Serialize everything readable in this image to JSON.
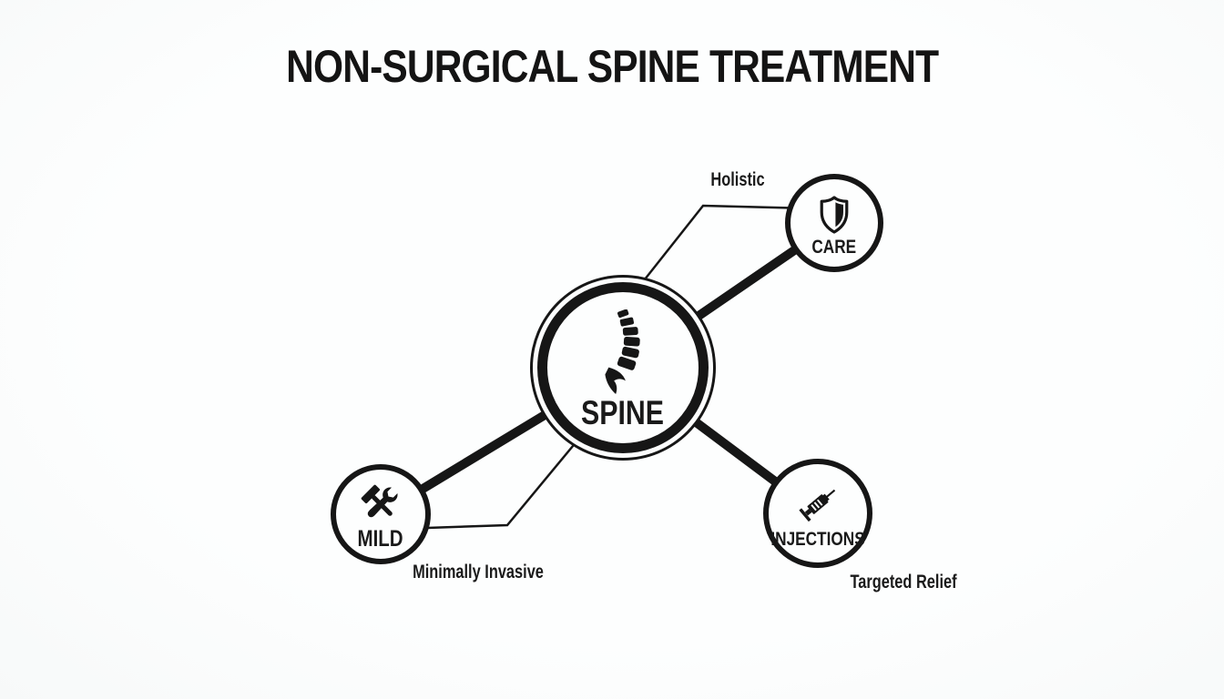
{
  "canvas": {
    "background": "#fcfdfd",
    "ink": "#161616"
  },
  "title": "NON-SURGICAL SPINE TREATMENT",
  "diagram": {
    "center_node": {
      "label": "SPINE",
      "icon": "spine-icon"
    },
    "nodes": [
      {
        "id": "care",
        "label": "CARE",
        "icon": "shield-icon",
        "tagline": "Holistic"
      },
      {
        "id": "mild",
        "label": "MILD",
        "icon": "tools-icon",
        "tagline": "Minimally Invasive"
      },
      {
        "id": "injections",
        "label": "INJECTIONS",
        "icon": "syringe-icon",
        "tagline": "Targeted Relief"
      }
    ]
  }
}
